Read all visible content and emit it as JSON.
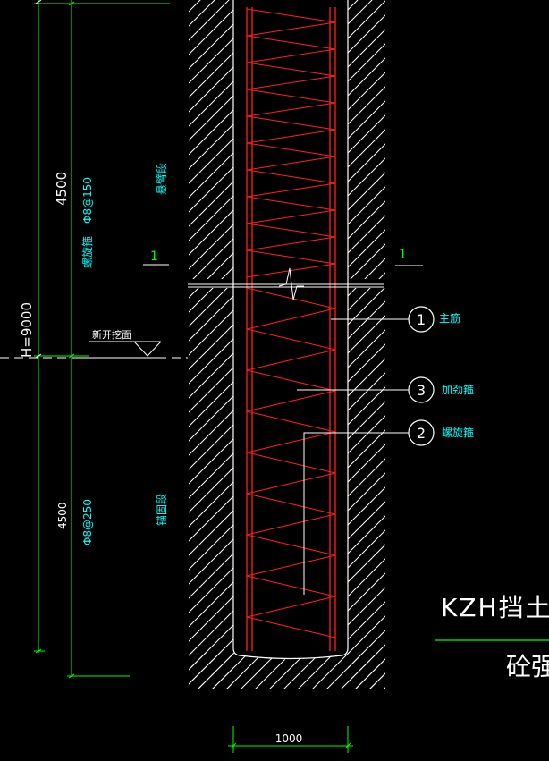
{
  "colors": {
    "background": "#000000",
    "white": "#ffffff",
    "red": "#ff2020",
    "green": "#00ff00",
    "cyan": "#00ffff",
    "dim_green": "#7cfc7c"
  },
  "dimensions": {
    "total_height": "H=9000",
    "upper_length": "4500",
    "lower_length": "4500",
    "pile_diameter": "1000"
  },
  "segments": {
    "upper_name": "悬臂段",
    "lower_name": "锚固段",
    "upper_spacing": "Φ8@150",
    "lower_spacing": "Φ8@250",
    "stirrup_type": "螺旋箍"
  },
  "grade_label": "新开挖面",
  "section_marks": [
    "1",
    "1"
  ],
  "callouts": [
    {
      "num": "1",
      "text": "主筋"
    },
    {
      "num": "3",
      "text": "加劲箍"
    },
    {
      "num": "2",
      "text": "螺旋箍"
    }
  ],
  "title": {
    "main": "KZH挡土桩",
    "sub": "砼强"
  }
}
